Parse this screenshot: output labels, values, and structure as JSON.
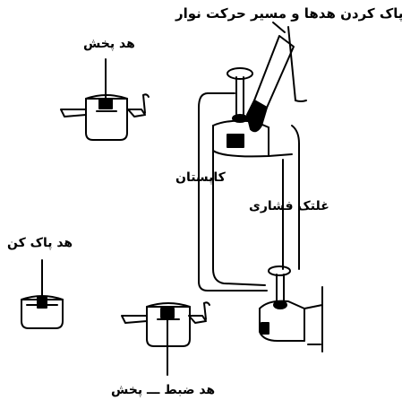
{
  "labels": {
    "cleaning_title": "پاک کردن هدها و مسیر حرکت نوار",
    "play_head": "هد پخش",
    "capstan": "کاپستان",
    "pinch_roller": "غلتک فشاری",
    "erase_head": "هد پاک کن",
    "record_play_head": "هد ضبط ـــ پخش"
  },
  "colors": {
    "ink": "#000000",
    "paper": "#ffffff"
  }
}
